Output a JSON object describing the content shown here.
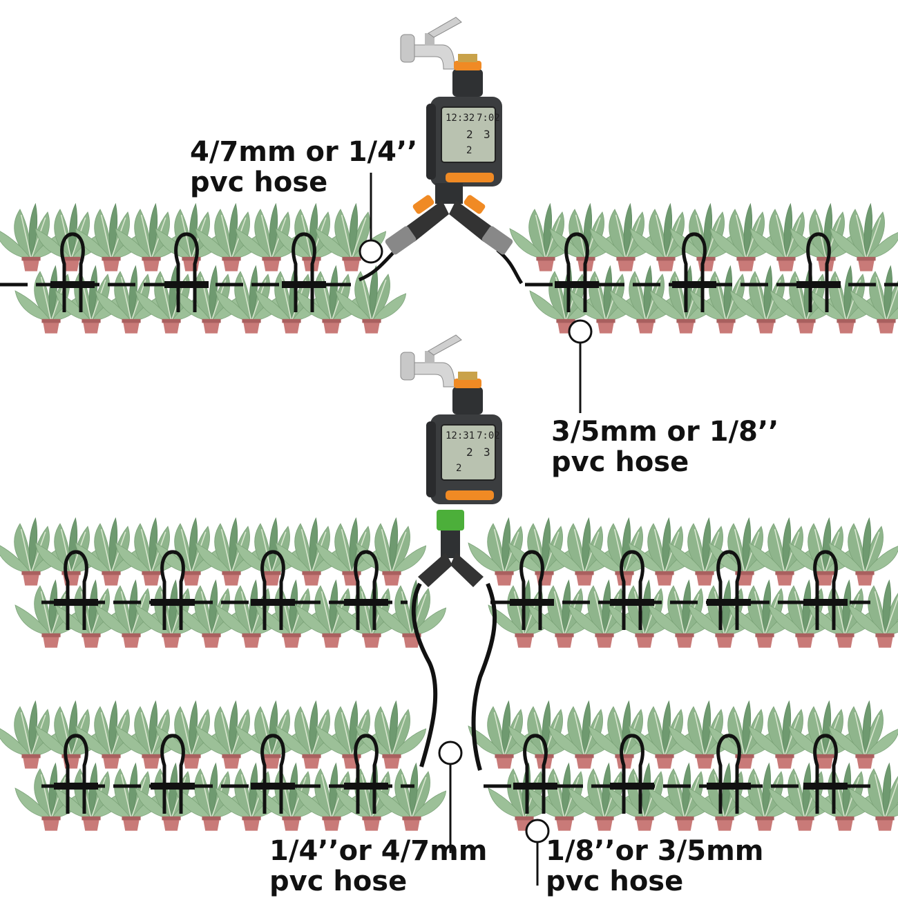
{
  "labels": {
    "top_left": {
      "line1": "4/7mm or 1/4’’",
      "line2": "pvc hose"
    },
    "top_right": {
      "line1": "3/5mm or 1/8’’",
      "line2": "pvc hose"
    },
    "bottom_left": {
      "line1": "1/4’’or 4/7mm",
      "line2": "pvc hose"
    },
    "bottom_right": {
      "line1": "1/8’’or 3/5mm",
      "line2": "pvc hose"
    }
  },
  "timer_display": {
    "upper": {
      "time": "12:32",
      "date": "7:02",
      "d1": "2",
      "d2": "3",
      "d3": "2"
    },
    "lower": {
      "time": "12:31",
      "date": "7:02",
      "d1": "2",
      "d2": "3",
      "d3": "2"
    }
  },
  "colors": {
    "leaf": "#8fb58c",
    "leaf_dark": "#6f9a70",
    "leaf_vein": "#d9e6cf",
    "pot": "#c97a78",
    "pot_rim": "#a9605f",
    "pipe": "#111111",
    "timer_body": "#3b3d3f",
    "timer_screen": "#b9c2b0",
    "accent_orange": "#f08a24",
    "coupler_green": "#4caf3a",
    "faucet": "#c8c8c8"
  },
  "icons": [
    "faucet-icon",
    "water-timer-icon",
    "y-splitter-icon",
    "plant-pot-icon",
    "drip-stake-icon"
  ]
}
